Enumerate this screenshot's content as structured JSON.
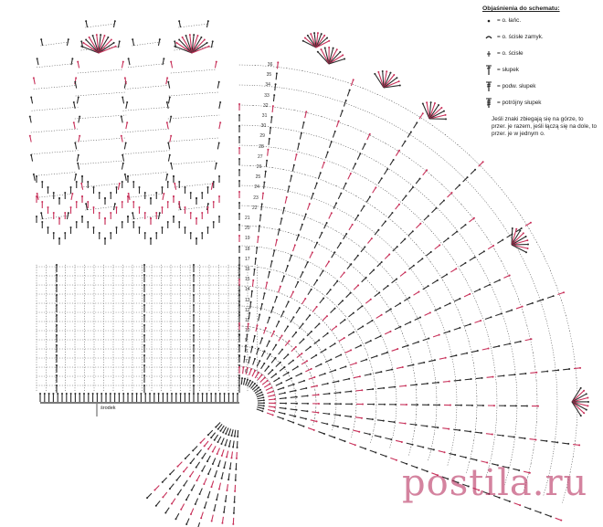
{
  "legend": {
    "title": "Objaśnienia do schematu:",
    "items": [
      {
        "symbol": "chain-dot-icon",
        "label": "= o. łańc."
      },
      {
        "symbol": "slip-stitch-arc-icon",
        "label": "= o. ścisłe zamyk."
      },
      {
        "symbol": "single-crochet-icon",
        "label": "= o. ścisłe"
      },
      {
        "symbol": "double-crochet-icon",
        "label": "= słupek"
      },
      {
        "symbol": "treble-crochet-icon",
        "label": "= podw. słupek"
      },
      {
        "symbol": "triple-treble-icon",
        "label": "= potrójny słupek"
      }
    ],
    "note": "Jeśli znaki zbiegają się na górze, to przer. je razem, jeśli łączą się na dole, to przer. je w jednym o."
  },
  "center_label": "środek",
  "row_numbers": [
    "6",
    "7",
    "8",
    "9",
    "10",
    "11",
    "12",
    "13",
    "14",
    "15",
    "16",
    "17",
    "18",
    "19",
    "20",
    "21",
    "22",
    "23",
    "24",
    "25",
    "26",
    "27",
    "28",
    "29",
    "30",
    "31",
    "32",
    "33",
    "34",
    "35",
    "36"
  ],
  "watermark": "postila.ru",
  "colors": {
    "stitch_dark": "#2b2b2b",
    "stitch_pink": "#c8315a",
    "chain": "#555555",
    "background": "#ffffff"
  }
}
